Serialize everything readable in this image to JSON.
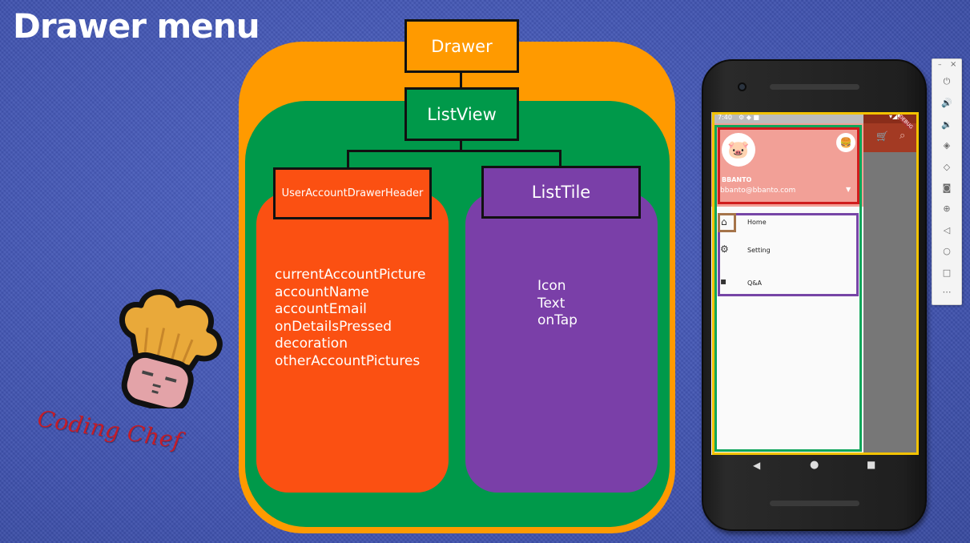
{
  "slide": {
    "title": "Drawer menu"
  },
  "diagram": {
    "drawer_label": "Drawer",
    "listview_label": "ListView",
    "header_label": "UserAccountDrawerHeader",
    "tile_label": "ListTile",
    "header_properties": [
      "currentAccountPicture",
      "accountName",
      "accountEmail",
      "onDetailsPressed",
      "decoration",
      "otherAccountPictures"
    ],
    "tile_properties": [
      "Icon",
      "Text",
      "onTap"
    ],
    "colors": {
      "drawer": "#ff9a00",
      "listview": "#00994a",
      "header": "#fb5012",
      "tile": "#7a3fa8"
    }
  },
  "mascot": {
    "text": "Coding Chef"
  },
  "phone": {
    "status_time": "7:40",
    "status_icons": "⚙ ◆ ■",
    "status_right": "▾◢▮",
    "debug_banner": "DEBUG",
    "account_name": "BBANTO",
    "account_email": "bbanto@bbanto.com",
    "menu_items": [
      {
        "icon": "home-icon",
        "label": "Home"
      },
      {
        "icon": "settings-icon",
        "label": "Setting"
      },
      {
        "icon": "forum-icon",
        "label": "Q&A"
      }
    ]
  },
  "emulator_toolbar": {
    "minimize": "–",
    "close": "×",
    "buttons": [
      "power-icon",
      "volume-up-icon",
      "volume-down-icon",
      "rotate-left-icon",
      "rotate-right-icon",
      "camera-icon",
      "zoom-icon",
      "back-icon",
      "home-icon",
      "overview-icon",
      "more-icon"
    ]
  }
}
